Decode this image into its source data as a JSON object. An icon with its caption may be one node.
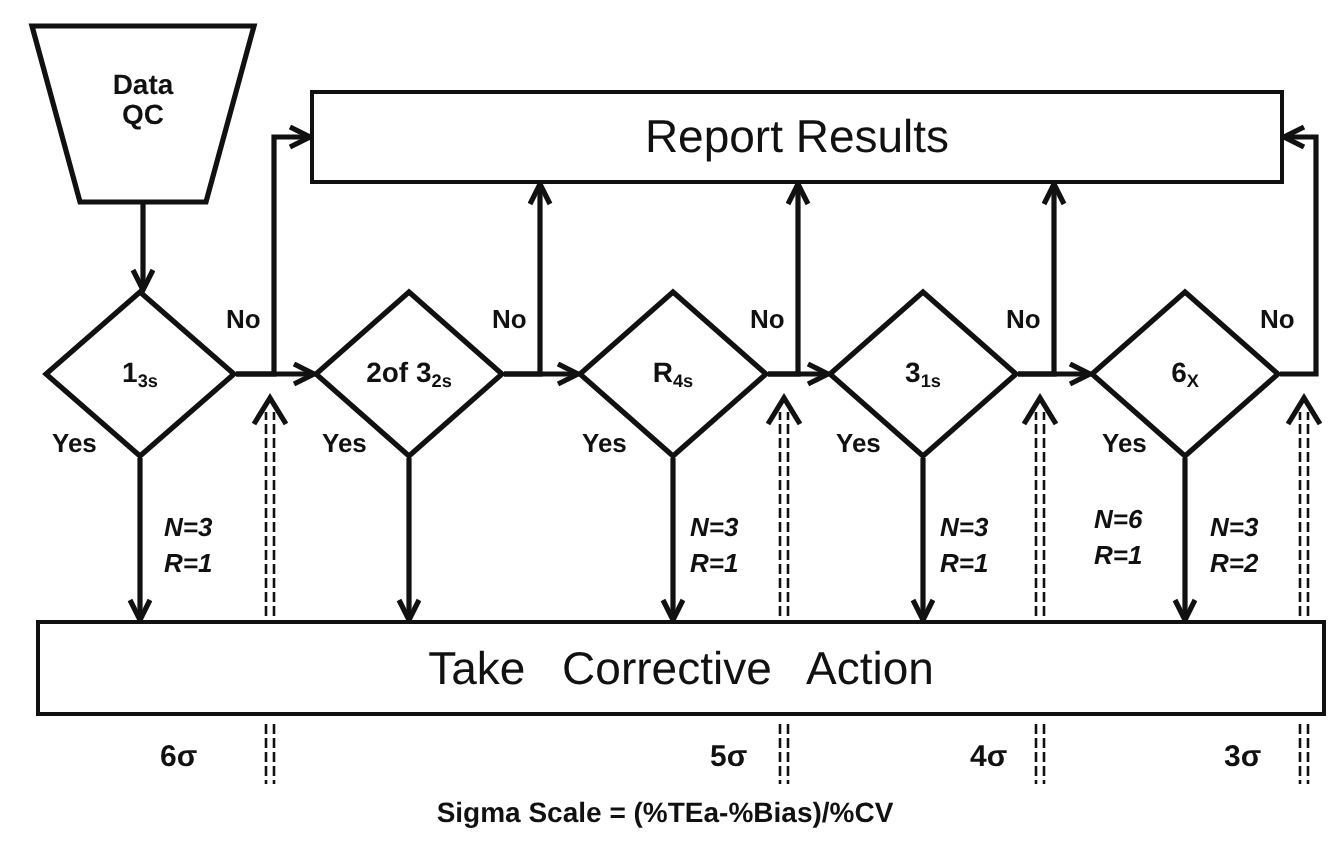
{
  "diagram": {
    "caption": "Sigma Scale = (%TEa-%Bias)/%CV",
    "nodes": [
      {
        "text": [
          "Data QC"
        ]
      },
      {
        "text": [
          "Report Results"
        ]
      },
      {
        "text": [
          "1$_{3s}$"
        ]
      },
      {
        "text": [
          "2of 3$_{2s}$"
        ]
      },
      {
        "text": [
          "R$_{4s}$"
        ]
      },
      {
        "text": [
          "3$_{1s}$"
        ]
      },
      {
        "text": [
          "6$_{X}$"
        ]
      },
      {
        "text": [
          "Take Corrective Action"
        ]
      }
    ],
    "edges": [
      {
        "from": 0,
        "to": 2,
        "arrow": "to"
      },
      {
        "from": 2,
        "to": 3,
        "arrow": "to"
      },
      {
        "from": 2,
        "to": 1,
        "arrow": "to",
        "label": "No"
      },
      {
        "from": 2,
        "to": 7,
        "arrow": "to",
        "label": "Yes"
      },
      {
        "from": 3,
        "to": 4,
        "arrow": "to"
      },
      {
        "from": 3,
        "to": 1,
        "arrow": "to",
        "label": "No"
      },
      {
        "from": 3,
        "to": 7,
        "arrow": "to",
        "label": "Yes"
      },
      {
        "from": 4,
        "to": 5,
        "arrow": "to"
      },
      {
        "from": 4,
        "to": 1,
        "arrow": "to",
        "label": "No"
      },
      {
        "from": 4,
        "to": 7,
        "arrow": "to",
        "label": "Yes"
      },
      {
        "from": 5,
        "to": 6,
        "arrow": "to"
      },
      {
        "from": 5,
        "to": 1,
        "arrow": "to",
        "label": "No"
      },
      {
        "from": 5,
        "to": 7,
        "arrow": "to",
        "label": "Yes"
      },
      {
        "from": 6,
        "to": 1,
        "arrow": "to",
        "label": "No"
      },
      {
        "from": 6,
        "to": 7,
        "arrow": "to",
        "label": "Yes"
      }
    ],
    "labels": [
      "N=3 R=1",
      "N=3 R=1",
      "N=3 R=1",
      "N=6 R=1",
      "N=3 R=2",
      "6σ",
      "5σ",
      "4σ",
      "3σ"
    ]
  }
}
